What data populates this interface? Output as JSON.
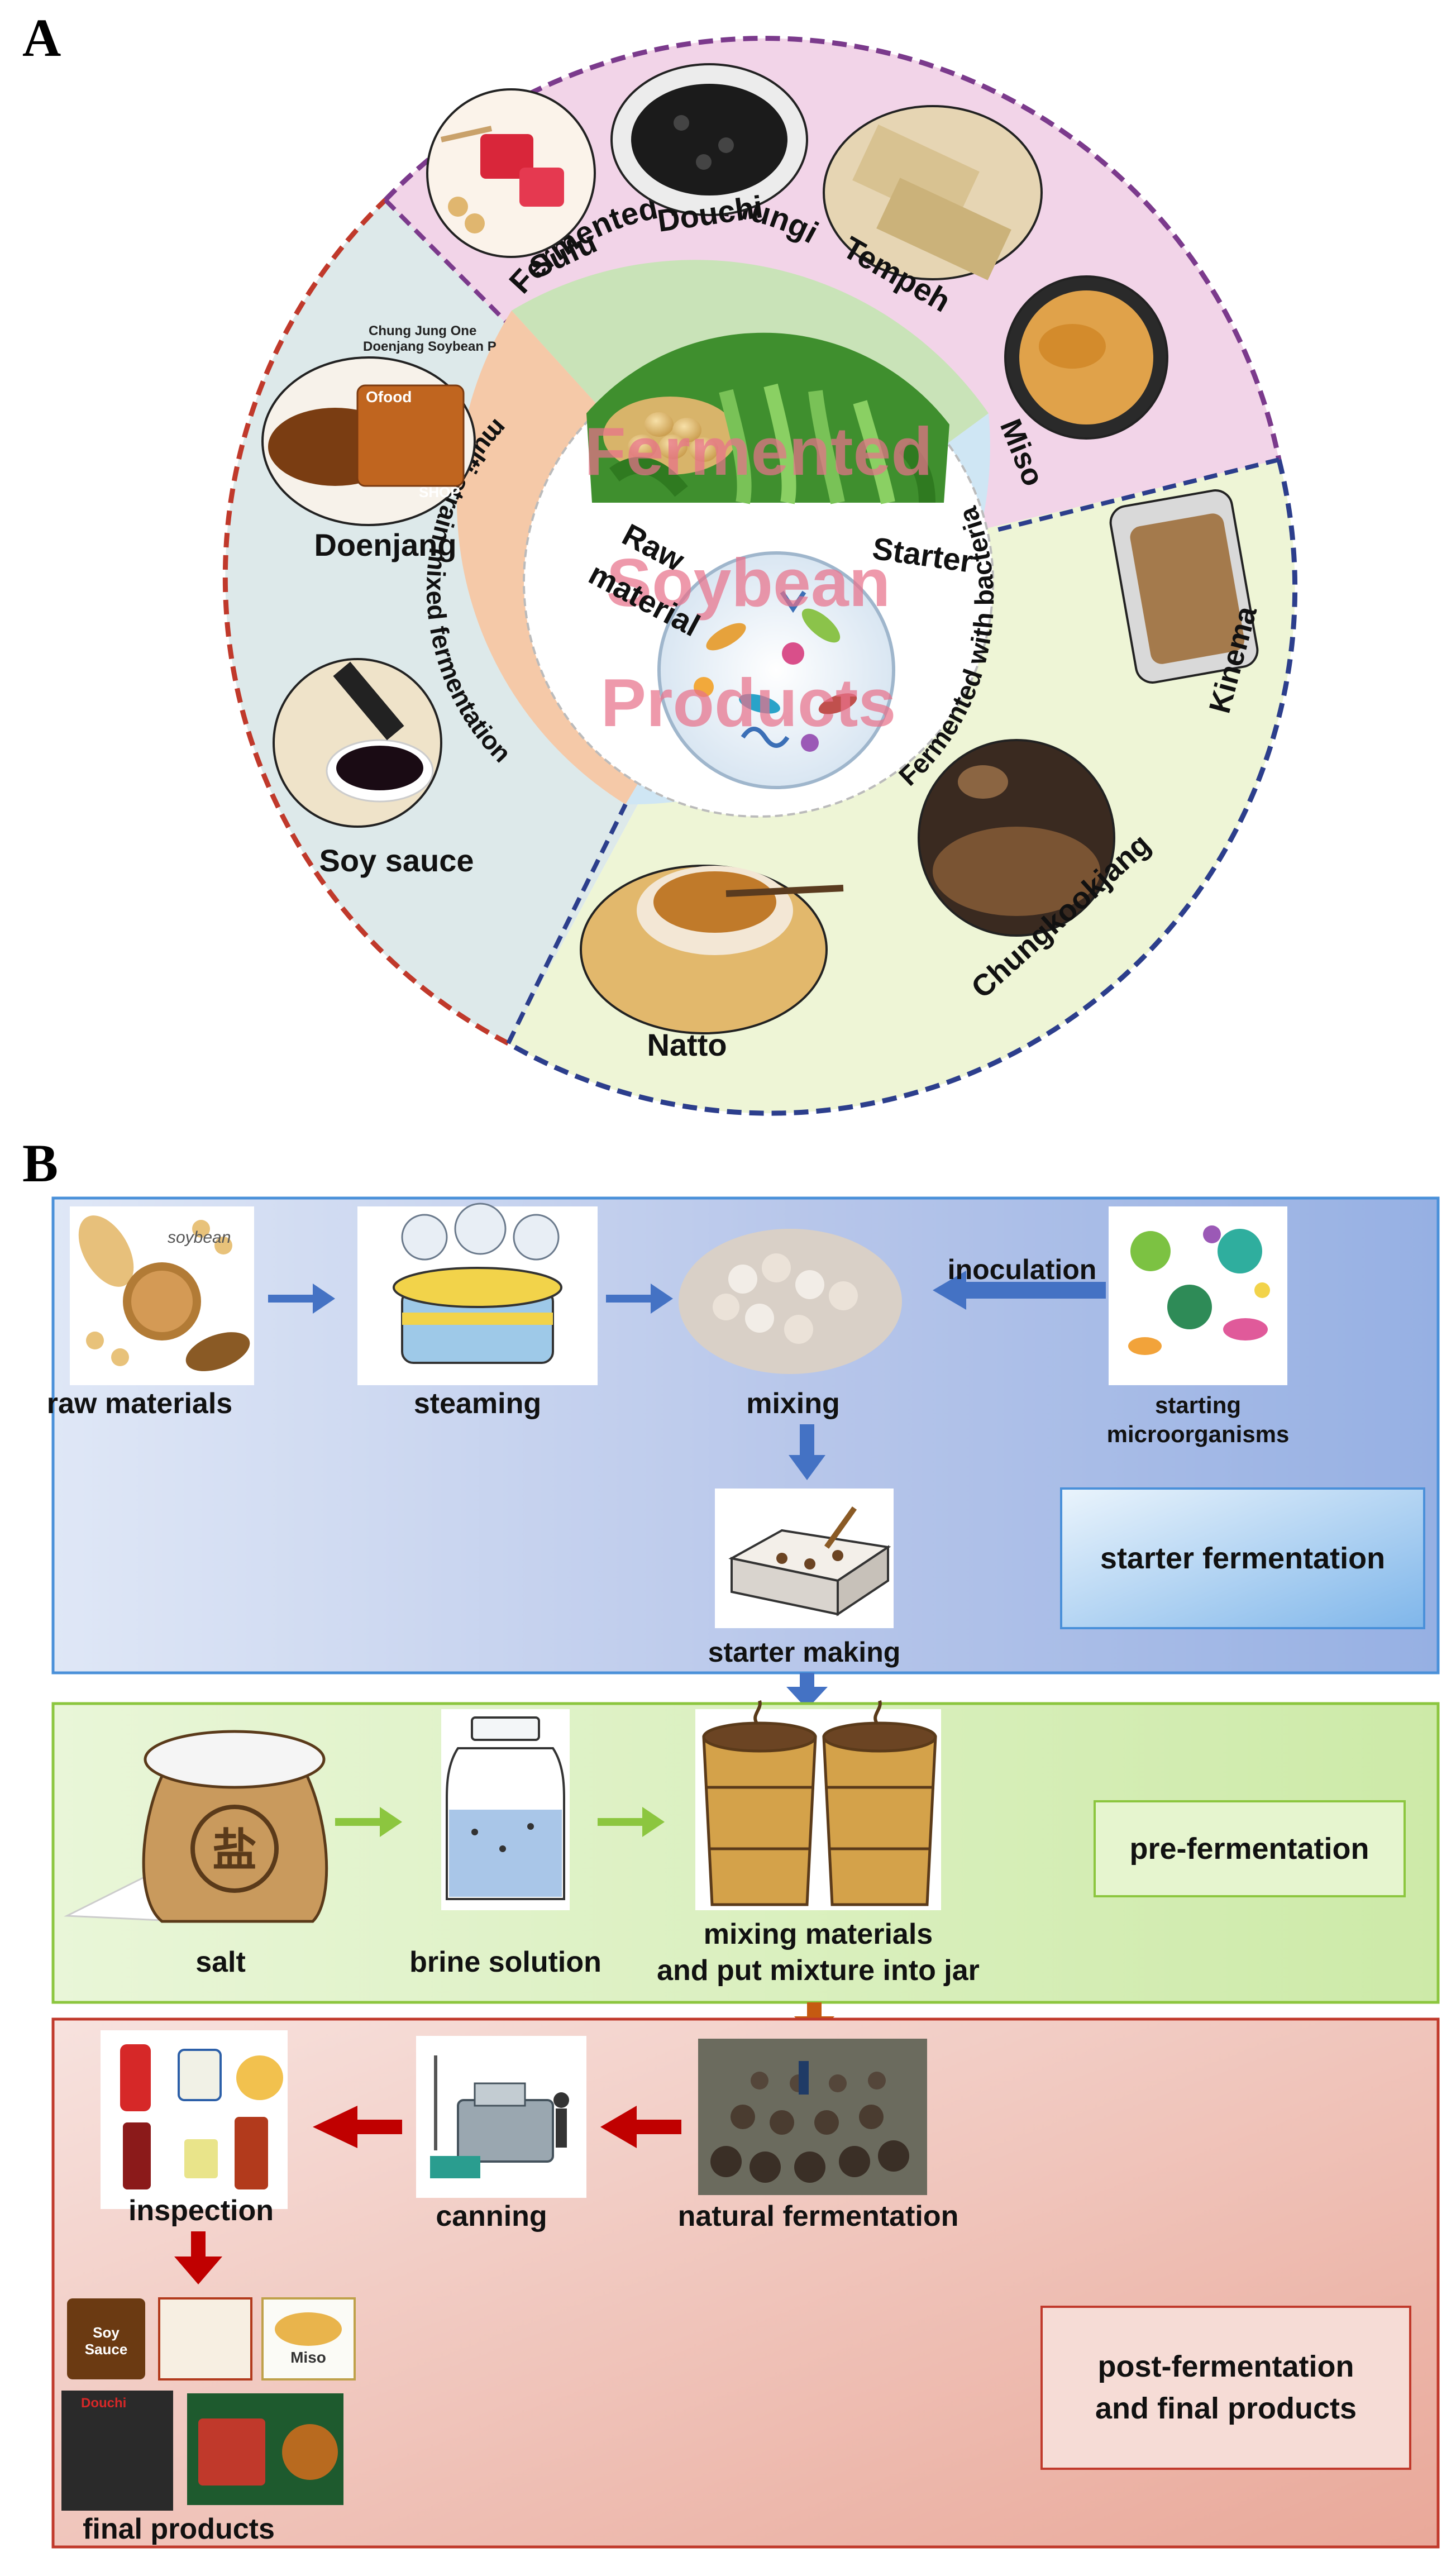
{
  "panel_a": {
    "letter": "A",
    "center_text": [
      "Fermented",
      "Soybean",
      "Products"
    ],
    "inner_labels": {
      "raw_material": [
        "Raw",
        "material"
      ],
      "starter": "Starter"
    },
    "ring_labels": {
      "fungi": "Fermented with fungi",
      "bacteria": "Fermented with bacteria",
      "mixed": "multi-strain mixed fermentation"
    },
    "products": {
      "sufu": "Sufu",
      "douchi": "Douchi",
      "tempeh": "Tempeh",
      "miso": "Miso",
      "kinema": "Kinema",
      "chungkookjang": "Chungkookjang",
      "natto": "Natto",
      "soy_sauce": "Soy sauce",
      "doenjang": "Doenjang"
    },
    "image_text": {
      "doenjang_brand_1": "Chung Jung One",
      "doenjang_brand_2": "Doenjang Soybean P",
      "ofood": "Ofood",
      "shop": "SHOP"
    },
    "colors": {
      "fungi_sector": "#f2d4e8",
      "bacteria_sector": "#eef5d6",
      "mixed_sector": "#dde9ea",
      "fungi_ring": "#c9e3b8",
      "bacteria_ring": "#cfe6f4",
      "mixed_ring": "#f5c9a8",
      "purple_dash": "#7b3a8c",
      "red_dash": "#c0392b",
      "blue_dash": "#2c3e8c"
    }
  },
  "panel_b": {
    "letter": "B",
    "stage1": {
      "title": "starter fermentation",
      "raw_materials": "raw materials",
      "raw_materials_tag": "soybean",
      "steaming": "steaming",
      "mixing": "mixing",
      "inoculation": "inoculation",
      "starting_micro": [
        "starting",
        "microorganisms"
      ],
      "starter_making": "starter making"
    },
    "stage2": {
      "title": "pre-fermentation",
      "salt": "salt",
      "salt_char": "盐",
      "brine": "brine solution",
      "mixing_materials": [
        "mixing materials",
        "and put mixture into jar"
      ]
    },
    "stage3": {
      "title": [
        "post-fermentation",
        "and final products"
      ],
      "natural": "natural fermentation",
      "canning": "canning",
      "inspection": "inspection",
      "final_products": "final products",
      "product_tags": {
        "soy": "Soy",
        "sauce": "Sauce",
        "miso": "Miso",
        "douchi": "Douchi"
      }
    },
    "colors": {
      "stage1_border": "#4a90d9",
      "stage2_border": "#8cc63f",
      "stage3_border": "#c0392b",
      "blue_arrow": "#4472c4",
      "green_arrow": "#8cc63f",
      "red_arrow": "#c00000",
      "orange_arrow": "#c55a11"
    }
  }
}
